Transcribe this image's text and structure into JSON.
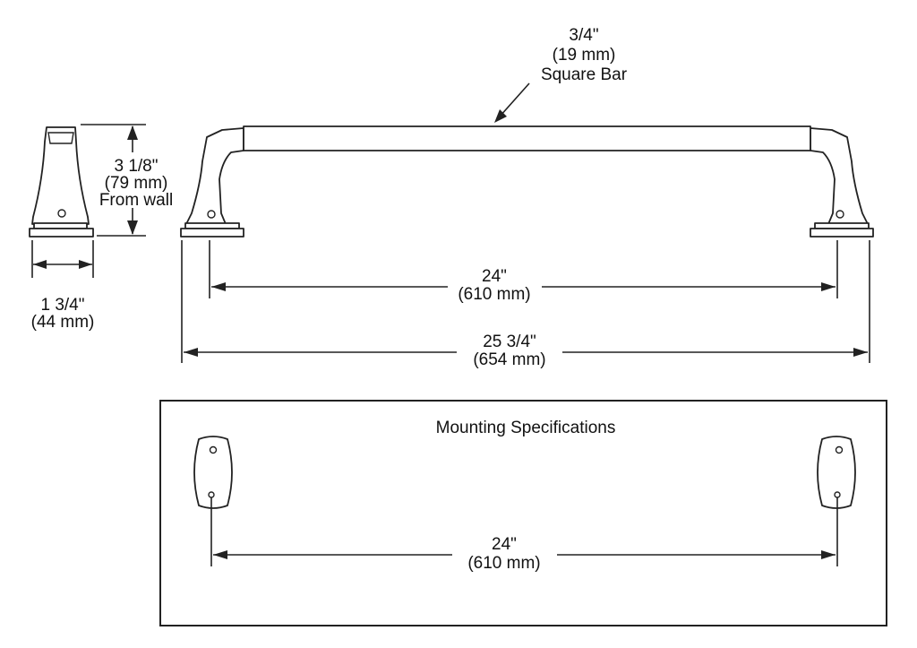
{
  "bar_spec": {
    "line1": "3/4\"",
    "line2": "(19 mm)",
    "line3": "Square Bar"
  },
  "height_dim": {
    "line1": "3 1/8\"",
    "line2": "(79 mm)",
    "line3": "From wall"
  },
  "base_width_dim": {
    "line1": "1 3/4\"",
    "line2": "(44 mm)"
  },
  "center_dim": {
    "line1": "24\"",
    "line2": "(610 mm)"
  },
  "overall_dim": {
    "line1": "25 3/4\"",
    "line2": "(654 mm)"
  },
  "mounting": {
    "title": "Mounting Specifications",
    "center_dim": {
      "line1": "24\"",
      "line2": "(610 mm)"
    }
  }
}
